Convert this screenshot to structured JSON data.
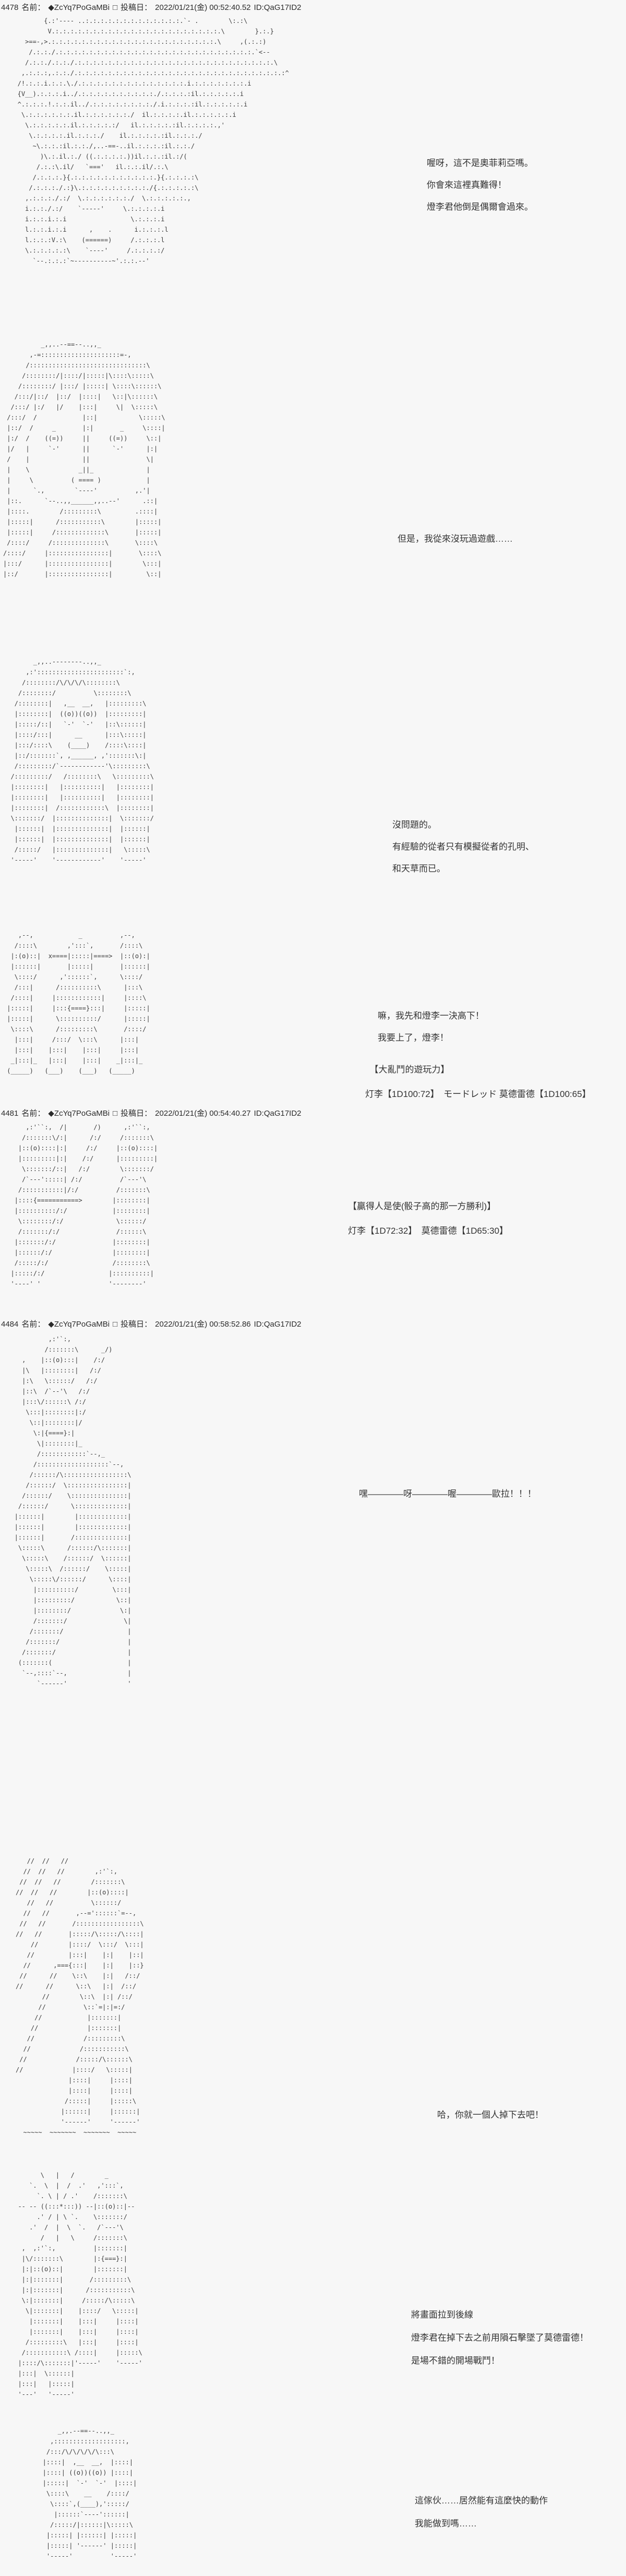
{
  "page": {
    "bg": "#f7f7f7",
    "ink": "#3a3a3a"
  },
  "posts": [
    {
      "header": {
        "no": "4478",
        "name_label": "名前：",
        "tripcode": "◆ZcYq7PoGaMBi",
        "mail": "□",
        "date_label": "投稿日：",
        "datetime": "2022/01/21(金) 00:52:40.52",
        "id": "ID:QaG17ID2"
      },
      "dialogues": {
        "d1": [
          "喔呀，這不是奧菲莉亞嗎。",
          "你會來這裡真難得！",
          "燈李君他倒是偶爾會過來。"
        ],
        "d2": [
          "但是，我從來沒玩過遊戲……"
        ],
        "d3": [
          "沒問題的。",
          "有經驗的從者只有模擬從者的孔明、",
          "和天草而已。"
        ],
        "d4": [
          "嘛，我先和燈李一決高下！",
          "我要上了，燈李！"
        ],
        "game": [
          "　【大亂鬥的遊玩力】",
          "灯李【1D100:72】　モードレッド 莫德雷德【1D100:65】"
        ]
      },
      "aa": {
        "a1": [
          "          {.:'---- ..:.:.:.:.:.:.:.:.:.:.:.:.:.`- .        \\:.:\\",
          "           V.:.:.:.:.:.:.:.:.:.:.:.:.:.:.:.:.:.:.:.:.:.:.\\        }.:.}",
          "     >==-,>.:.:.:.:.:.:.:.:.:.:.:.:.:.:.:.:.:.:.:.:.:.:.\\     ,(.:.:)",
          "      /.:.:./.:.:.:.:.:.:.:.:.:.:.:.:.:.:.:.:.:.:.:.:.:.:.:.:.:.:.`<--",
          "     /.:.:./.:.:./.:.:.:.:.:.:.:.:.:.:.:.:.:.:.:.:.:.:.:.:.:.:.:.:.:.:.\\",
          "    ,.:.:.:,.:.:./.:.:.:.:.:.:.:.:.:.:.:.:.:.:.:.:.:.:.:.:.:.:.:.:.:.:.:.:^",
          "   /!.:.:.i.:.:.\\./.:.:.:.:.:.:.:.:.:.:.:.:.:.:.i.:.:.:.:.:.:.:.i",
          "   {V__).:.:.:.i../.:.:.:.:.:.:.:.:.:.:./.:.:.:.:il.:.:.:.:.:.i",
          "   ^.:.:.:.!.:.:.il../.:.:.:.:.:.:.:.:./.i.:.:.:.:il.:.:.:.:.:.i",
          "    \\.:.:.:.:.:.:.il.:.:.:.:.:.:./  il.:.:.:.:.il.:.:.:.:.:.i",
          "     \\.:.:.:.:.:.il.:.:.:.:.:/   il.:.:.:.:.:il.:.:.:.:.,'",
          "      \\.:.:.:.:.il.:.:.:./    il.:.:.:.:.:il.:.:.:./",
          "       ~\\.:.:.:il.:.:./,..-==-..il.:.:.:.:il.:.:./",
          "         )\\.:.il.:./ ((.:.:.:.:.))il.:.:.:il.:/(",
          "        /.:.:\\.il/   `==='   il.:.:.il/.:.\\",
          "       /.:.:.:.}{.:.:.:.:.:.:.:.:.:.:.:.}{.:.:.:.:\\",
          "      /.:.:.:./.:}\\.:.:.:.:.:.:.:.:.:./{.:.:.:.:.:\\",
          "     ,.:.:.:./.:/  \\.:.:.:.:.:.:./  \\.:.:.:.:.:.,",
          "     i.:.:./.:/    `-----'     \\.:.:.:.:.i",
          "     i.:.:.i.:.i                 \\.:.:.:.i",
          "     l.:.:.i.:.i      ,    .      i.:.:.:.l",
          "     l.:.:.:V.:\\    (======)     /.:.:.:.l",
          "     \\.:.:.:.:.:\\    `----'     /.:.:.:.:/",
          "       `--.:.:.:`~----------~'.:.:.--'"
        ],
        "a2": [
          "          _,,..--==--..,,_",
          "       ,-=:::::::::::::::::::::=-,",
          "      /:::::::::::::::::::::::::::::::\\",
          "     /::::::::/|::::/|:::::|\\::::\\:::::\\",
          "    /::::::::/ |:::/ |:::::| \\::::\\::::::\\",
          "   /:::/|::/  |::/  |::::|   \\::|\\::::::\\",
          "  /:::/ |:/   |/    |:::|     \\|  \\:::::\\",
          " /:::/  /            |::|           \\:::::\\",
          " |::/  /     _       |:|       _     \\::::|",
          " |:/  /    ((=))     ||     ((=))     \\::|",
          " |/   |     `-'      ||      `-'      |:|",
          " /    |              ||               \\|",
          " |    \\             _||_              |",
          " |     \\          ( ==== )            |",
          " |      `.,        `----'          ,.'|",
          " |::.      `--..,,______,,..--'      .::|",
          " |::::.        /:::::::::\\         .::::|",
          " |:::::|      /:::::::::::\\        |:::::|",
          " |:::::|     /:::::::::::::\\       |:::::|",
          " /::::/     /::::::::::::::\\       \\::::\\",
          "/::::/     |::::::::::::::::|       \\::::\\",
          "|:::/      |::::::::::::::::|        \\:::|",
          "|::/       |::::::::::::::::|         \\::|"
        ],
        "a3": [
          "        _,,..--------..,,_",
          "      ,:':::::::::::::::::::::::`:,",
          "     /::::::::/\\/\\/\\/\\::::::::\\",
          "    /::::::::/          \\::::::::\\",
          "   /::::::::|   ,__  __,   |:::::::::\\",
          "   |::::::::|  ((o))((o))  |:::::::::|",
          "   |:::::/::|   `-'  `-'   |::\\::::::|",
          "   |::::/:::|      __      |:::\\:::::|",
          "   |:::/::::\\    (____)    /::::\\::::|",
          "   |::/:::::::`, ,______, ,':::::::\\:|",
          "   /:::::::::/`------------'\\:::::::::\\",
          "  /:::::::::/   /::::::::\\   \\:::::::::\\",
          "  |::::::::|   |::::::::::|   |::::::::|",
          "  |::::::::|   |::::::::::|   |::::::::|",
          "  |::::::::|  /::::::::::::\\  |::::::::|",
          "  \\:::::::/  |::::::::::::::|  \\:::::::/",
          "   |::::::|  |::::::::::::::|  |::::::|",
          "   |::::::|  |::::::::::::::|  |::::::|",
          "   /:::::/   |::::::::::::::|   \\:::::\\",
          "  '-----'    '------------'    '-----'"
        ],
        "a4": [
          "    ,--,            _          ,--,",
          "   /::::\\        ,':::`,       /::::\\",
          "  |:(o)::|  x====|:::::|====>  |::(o):|",
          "  |::::::|       |:::::|       |::::::|",
          "   \\::::/      ,'::::::`,      \\::::/",
          "   /:::|      /::::::::::\\      |:::\\",
          "  /::::|     |::::::::::::|     |::::\\",
          " |:::::|     |:::{====}:::|     |:::::|",
          " |:::::|      \\::::::::::/      |:::::|",
          "  \\::::\\      /:::::::::\\       /::::/",
          "   |:::|     /:::/  \\:::\\      |:::|",
          "   |:::|    |:::|    |:::|     |:::|",
          "  _|:::|_   |:::|    |:::|    _|:::|_",
          " (_____)   (___)    (___)   (_____)"
        ]
      }
    },
    {
      "header": {
        "no": "4481",
        "name_label": "名前：",
        "tripcode": "◆ZcYq7PoGaMBi",
        "mail": "□",
        "date_label": "投稿日：",
        "datetime": "2022/01/21(金) 00:54:40.27",
        "id": "ID:QaG17ID2"
      },
      "game": [
        "【贏得人是使(骰子高的那一方勝利)】",
        "灯李【1D72:32】　莫德雷德【1D65:30】"
      ],
      "aa": {
        "a5": [
          "      ,:'``:,  /|       /)      ,:'``:,",
          "     /:::::::\\/:|      /:/     /:::::::\\",
          "    |::(o)::::|:|     /:/     |::(o)::::|",
          "    |:::::::::|:|    /:/      |:::::::::|",
          "     \\:::::::/::|   /:/        \\:::::::/",
          "     /`---':::::| /:/          /`---'\\",
          "    /:::::::::::|/:/          /:::::::\\",
          "   |::::{===========>        |::::::::|",
          "   |::::::::::/:/            |::::::::|",
          "    \\::::::::/:/              \\::::::/",
          "    /:::::::/:/               /::::::\\",
          "   |:::::::/:/               |::::::::|",
          "   |::::::/:/                |::::::::|",
          "   /:::::/:/                 /::::::::\\",
          "  |:::::/:/                 |::::::::::|",
          "  '----' '                  '--------'"
        ]
      }
    },
    {
      "header": {
        "no": "4484",
        "name_label": "名前：",
        "tripcode": "◆ZcYq7PoGaMBi",
        "mail": "□",
        "date_label": "投稿日：",
        "datetime": "2022/01/21(金) 00:58:52.86",
        "id": "ID:QaG17ID2"
      },
      "dialogues": {
        "d1": [
          "嘿————呀————喔————歐拉！！！"
        ],
        "d2": [
          "哈，你就一個人掉下去吧！"
        ],
        "d3": [
          "將畫面拉到後線",
          "燈李君在掉下去之前用隕石擊墜了莫德雷德！",
          "是場不錯的開場戰鬥！"
        ],
        "d4": [
          "這傢伙……居然能有這麼快的動作",
          "我能做到嗎……"
        ]
      },
      "aa": {
        "a6": [
          "            ,:'`:,",
          "           /:::::::\\      _/)",
          "     ,    |::(o):::|    /:/",
          "     |\\   |::::::::|   /:/",
          "     |:\\   \\::::::/   /:/",
          "     |::\\  /`--'\\   /:/",
          "     |:::\\/::::::\\ /:/",
          "      \\:::|::::::::|:/",
          "       \\::|::::::::|/",
          "        \\:|{====}:|",
          "         \\|::::::::|_",
          "         /::::::::::::`--,_",
          "        /:::::::::::::::::::`--,",
          "       /::::::/\\:::::::::::::::::\\",
          "      /::::::/  \\::::::::::::::::|",
          "     /::::::/    \\:::::::::::::::|",
          "    /::::::/      \\::::::::::::::|",
          "   |::::::|        |:::::::::::::|",
          "   |::::::|        |:::::::::::::|",
          "   |::::::|       /::::::::::::::|",
          "    \\:::::\\      /::::::/\\:::::::|",
          "     \\:::::\\    /::::::/  \\::::::|",
          "      \\:::::\\  /::::::/    \\:::::|",
          "       \\:::::\\/::::::/      \\::::|",
          "        |::::::::::/         \\:::|",
          "        |:::::::::/           \\::|",
          "        |::::::::/             \\:|",
          "        /:::::::/               \\|",
          "       /:::::::/                 |",
          "      /:::::::/                  |",
          "     /:::::::/                   |",
          "    (:::::::(                    |",
          "     `--,::::`--,                |",
          "         `------'                '"
        ],
        "a7": [
          "   //  //   //",
          "  //  //   //        ,:'`:,",
          " //  //   //        /:::::::\\",
          "//  //   //        |::(o)::::|",
          "   //   //          \\::::::/",
          "  //   //       ,--='::::::`=--,",
          " //   //       /:::::::::::::::::\\",
          "//   //       |:::::/\\:::::/\\::::|",
          "    //        |::::/  \\:::/  \\:::|",
          "   //         |:::|    |:|    |::|",
          "  //      ,==={:::|    |:|    |::}",
          " //      //    \\::\\    |:|   /::/",
          "//      //      \\::\\   |:|  /::/",
          "       //        \\::\\  |:| /::/",
          "      //          \\::`=|:|=:/",
          "     //            |:::::::|",
          "    //             |:::::::|",
          "   //             /:::::::::\\",
          "  //             /:::::::::::\\",
          " //             /:::::/\\::::::\\",
          "//             |::::/   \\:::::|",
          "              |::::|     |::::|",
          "              |::::|     |::::|",
          "             /:::::|     |:::::\\",
          "            |::::::|     |::::::|",
          "            '------'     '------'",
          "  ~~~~~  ~~~~~~~  ~~~~~~~  ~~~~~"
        ],
        "a8": [
          "        \\   |   /        _",
          "     `.  \\  |  /  .'   ,':::`,",
          "       `. \\ | / .'    /:::::::\\",
          "  -- -- ((:::*:::)) --|::(o)::|--",
          "       .' / | \\ `.    \\:::::::/",
          "     .'  /  |  \\  `.   /`---'\\",
          "        /   |   \\     /:::::::\\",
          "   ,  ,:'`:,          |:::::::|",
          "   |\\/:::::::\\        |:{===}:|",
          "   |:|::(o)::|        |:::::::|",
          "   |:|:::::::|       /:::::::::\\",
          "   |:|:::::::|      /:::::::::::\\",
          "   \\:|:::::::|     /:::::/\\:::::\\",
          "    \\|:::::::|    |::::/   \\:::::|",
          "     |:::::::|    |:::|     |::::|",
          "     |:::::::|    |:::|     |::::|",
          "    /:::::::::\\   |:::|     |::::|",
          "   /:::::::::::\\ /::::|     |:::::\\",
          "  |::::/\\:::::::|'-----'    '-----'",
          "  |:::|  \\::::::|",
          "  |:::|   |:::::|",
          "  '---'   '-----'"
        ],
        "a9": [
          "       _,,.--==--..,,_",
          "     ,:::::::::::::::::::,",
          "    /:::/\\/\\/\\/\\/\\:::\\",
          "   |::::|  ,__  __,  |::::|",
          "   |::::| ((o))((o)) |::::|",
          "   |:::::|  `-'  `-'  |::::|",
          "    \\::::\\    __    /::::/",
          "     \\::::`,(____),':::::/",
          "      |::::::`----'::::::|",
          "     /:::::/|::::::|\\:::::\\",
          "    |:::::| |::::::| |:::::|",
          "    |:::::| '------' |:::::|",
          "    '-----'          '-----'"
        ]
      }
    }
  ]
}
